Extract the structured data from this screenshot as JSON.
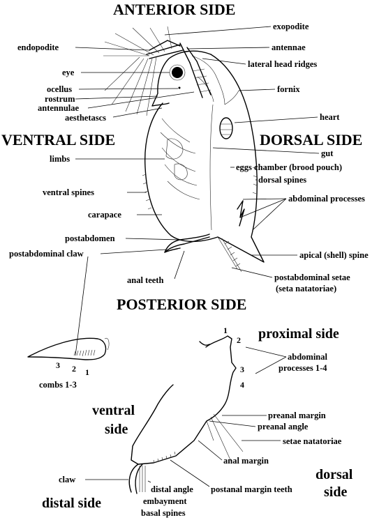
{
  "headings": {
    "anterior": "ANTERIOR SIDE",
    "ventral": "VENTRAL SIDE",
    "dorsal": "DORSAL SIDE",
    "posterior": "POSTERIOR SIDE"
  },
  "body_labels": {
    "exopodite": "exopodite",
    "endopodite": "endopodite",
    "antennae": "antennae",
    "lateral_head_ridges": "lateral head ridges",
    "eye": "eye",
    "fornix": "fornix",
    "ocellus": "ocellus",
    "rostrum": "rostrum",
    "antennulae": "antennulae",
    "aesthetascs": "aesthetascs",
    "heart": "heart",
    "gut": "gut",
    "limbs": "limbs",
    "eggs_chamber": "eggs chamber (brood pouch)",
    "dorsal_spines": "dorsal spines",
    "ventral_spines": "ventral spines",
    "abdominal_processes": "abdominal processes",
    "carapace": "carapace",
    "postabdomen": "postabdomen",
    "postabdominal_claw": "postabdominal claw",
    "apical_spine": "apical (shell) spine",
    "anal_teeth": "anal teeth",
    "postabdominal_setae": "postabdominal setae",
    "seta_natatoriae": "(seta natatoriae)"
  },
  "claw_detail": {
    "comb_num_3": "3",
    "comb_num_2": "2",
    "comb_num_1": "1",
    "combs": "combs 1-3"
  },
  "postabdomen_detail": {
    "proximal_side": "proximal side",
    "num_1": "1",
    "num_2": "2",
    "num_3": "3",
    "num_4": "4",
    "abdominal_processes_line1": "abdominal",
    "abdominal_processes_line2": "processes 1-4",
    "ventral_line1": "ventral",
    "ventral_line2": "side",
    "preanal_margin": "preanal margin",
    "preanal_angle": "preanal angle",
    "setae_natatoriae": "setae natatoriae",
    "anal_margin": "anal margin",
    "dorsal_line1": "dorsal",
    "dorsal_line2": "side",
    "claw": "claw",
    "distal_angle": "distal angle",
    "postanal_margin_teeth": "postanal margin teeth",
    "distal_side": "distal side",
    "embayment": "embayment",
    "basal_spines": "basal spines"
  }
}
